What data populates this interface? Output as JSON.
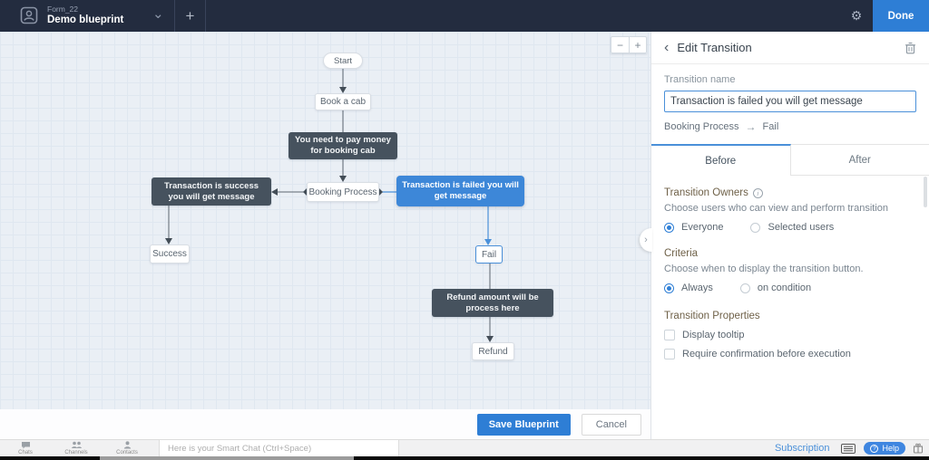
{
  "header": {
    "form_label": "Form_22",
    "blueprint_name": "Demo blueprint",
    "done_label": "Done"
  },
  "canvas": {
    "nodes": {
      "start": "Start",
      "book_cab": "Book a cab",
      "pay_money": "You need to pay money for booking cab",
      "success_msg": "Transaction is success you will get message",
      "booking_process": "Booking Process",
      "failed_msg": "Transaction is failed you will get message",
      "success": "Success",
      "fail": "Fail",
      "refund_msg": "Refund amount will be process here",
      "refund": "Refund"
    },
    "save_label": "Save Blueprint",
    "cancel_label": "Cancel"
  },
  "panel": {
    "title": "Edit Transition",
    "transition_name_label": "Transition name",
    "transition_name_value": "Transaction is failed you will get message",
    "path_from": "Booking Process",
    "path_to": "Fail",
    "tabs": [
      "Before",
      "After"
    ],
    "owners": {
      "heading": "Transition Owners",
      "description": "Choose users who can view and perform transition",
      "options": [
        "Everyone",
        "Selected users"
      ],
      "selected": "Everyone"
    },
    "criteria": {
      "heading": "Criteria",
      "description": "Choose when to display the transition button.",
      "options": [
        "Always",
        "on condition"
      ],
      "selected": "Always"
    },
    "properties": {
      "heading": "Transition Properties",
      "checkboxes": [
        "Display tooltip",
        "Require confirmation before execution"
      ]
    }
  },
  "bottombar": {
    "items": [
      "Chats",
      "Channels",
      "Contacts"
    ],
    "chat_placeholder": "Here is your Smart Chat (Ctrl+Space)",
    "subscription_label": "Subscription",
    "help_label": "Help"
  },
  "glyphs": {
    "plus": "+",
    "zoom_out": "−",
    "zoom_in": "+",
    "back": "‹",
    "collapse": "›",
    "chevron_down": "⌄",
    "gear": "⚙",
    "arrow_right": "→",
    "info": "i",
    "question": "?"
  },
  "colors": {
    "accent_blue": "#2e7ed5",
    "selected_node_blue": "#3d87d8",
    "node_dark": "#46525e",
    "canvas_bg": "#eaeff5"
  }
}
